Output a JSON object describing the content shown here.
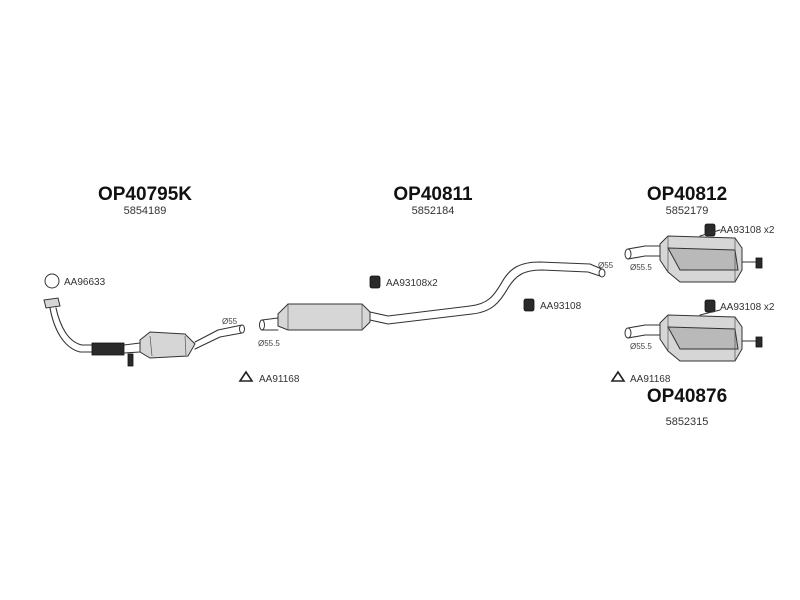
{
  "assemblies": [
    {
      "code": "OP40795K",
      "ref": "5854189"
    },
    {
      "code": "OP40811",
      "ref": "5852184"
    },
    {
      "code": "OP40812",
      "ref": "5852179"
    },
    {
      "code": "OP40876",
      "ref": "5852315"
    }
  ],
  "parts": {
    "gasket_front": "AA96633",
    "clamp_front": "AA91168",
    "mount_mid": "AA93108x2",
    "mount_rear": "AA93108",
    "mount_box1": "AA93108 x2",
    "mount_box2": "AA93108 x2",
    "clamp_rear": "AA91168"
  },
  "dimensions": {
    "d_cat": "Ø55",
    "d_mid_in": "Ø55.5",
    "d_mid_out": "Ø55",
    "d_box1": "Ø55.5",
    "d_box2": "Ø55.5"
  },
  "colors": {
    "line": "#333333",
    "body": "#d6d6d6",
    "dark": "#2a2a2a"
  }
}
